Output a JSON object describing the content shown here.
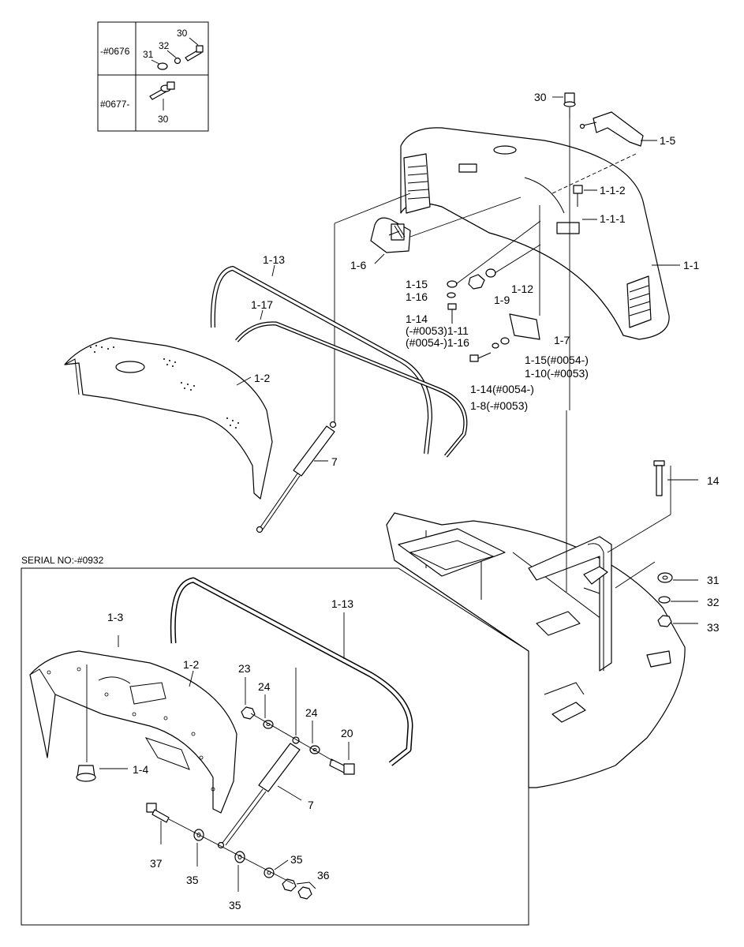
{
  "inset": {
    "row1_serial": "-#0676",
    "row2_serial": "#0677-",
    "row1_parts": [
      "30",
      "32",
      "31"
    ],
    "row2_parts": [
      "30"
    ]
  },
  "box_title": "SERIAL NO:-#0932",
  "labels": {
    "p30_top": "30",
    "p1_5": "1-5",
    "p1_1_2": "1-1-2",
    "p1_1_1": "1-1-1",
    "p1_1": "1-1",
    "p1_6": "1-6",
    "p1_13": "1-13",
    "p1_17": "1-17",
    "p1_15": "1-15",
    "p1_16": "1-16",
    "p1_12": "1-12",
    "p1_9": "1-9",
    "p1_14": "1-14",
    "p1_11": "(-#0053)1-11",
    "p1_16b": "(#0054-)1-16",
    "p1_7": "1-7",
    "p1_15b": "1-15(#0054-)",
    "p1_10": "1-10(-#0053)",
    "p1_14b": "1-14(#0054-)",
    "p1_8": "1-8(-#0053)",
    "p1_2": "1-2",
    "p7": "7",
    "p14": "14",
    "p31": "31",
    "p32": "32",
    "p33": "33",
    "b1_3": "1-3",
    "b1_2": "1-2",
    "b1_13": "1-13",
    "b23": "23",
    "b24a": "24",
    "b24b": "24",
    "b20": "20",
    "b1_4": "1-4",
    "b7": "7",
    "b37": "37",
    "b35a": "35",
    "b35b": "35",
    "b35c": "35",
    "b36": "36"
  }
}
